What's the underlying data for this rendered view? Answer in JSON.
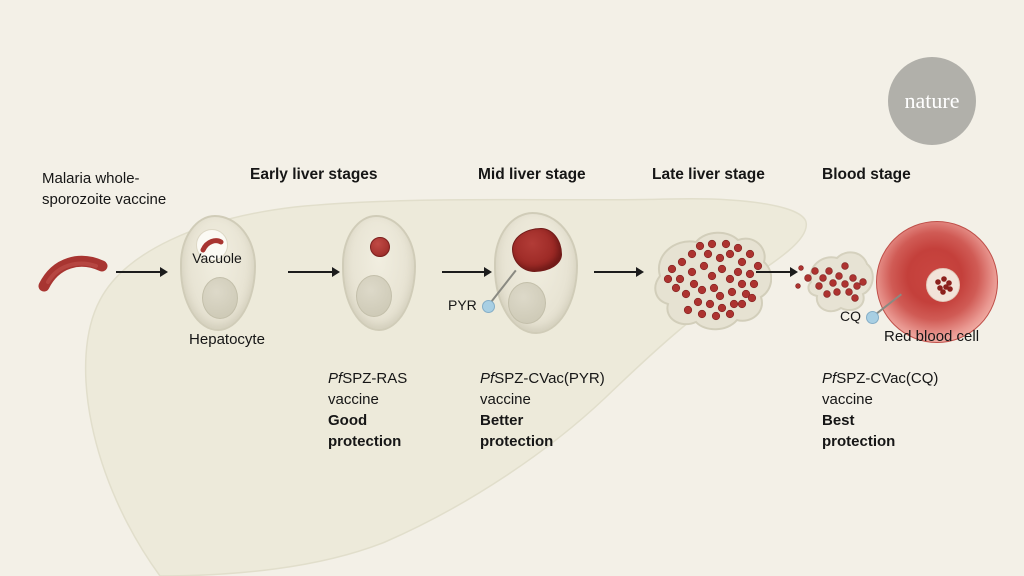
{
  "page": {
    "bg": "#f3f0e7"
  },
  "logo": {
    "text": "nature"
  },
  "colors": {
    "parasite_red": "#a83531",
    "parasite_red_dark": "#7b1f1d",
    "cell_fill": "#e8e4d4",
    "liver_fill": "#edeada",
    "marker_blue": "#a8cfe3",
    "rbc_red": "#d05752",
    "text": "#161616"
  },
  "intro": {
    "label": "Malaria whole-sporozoite vaccine"
  },
  "headers": [
    "Early liver stages",
    "Mid liver stage",
    "Late liver stage",
    "Blood stage"
  ],
  "labels": {
    "vacuole": "Vacuole",
    "hepatocyte": "Hepatocyte",
    "pyr": "PYR",
    "cq": "CQ",
    "red_blood_cell": "Red blood cell"
  },
  "vaccines": [
    {
      "pf": "Pf",
      "rest": "SPZ-RAS",
      "line2": "vaccine",
      "bold1": "Good",
      "bold2": "protection"
    },
    {
      "pf": "Pf",
      "rest": "SPZ-CVac(PYR)",
      "line2": "vaccine",
      "bold1": "Better",
      "bold2": "protection"
    },
    {
      "pf": "Pf",
      "rest": "SPZ-CVac(CQ)",
      "line2": "vaccine",
      "bold1": "Best",
      "bold2": "protection"
    }
  ]
}
